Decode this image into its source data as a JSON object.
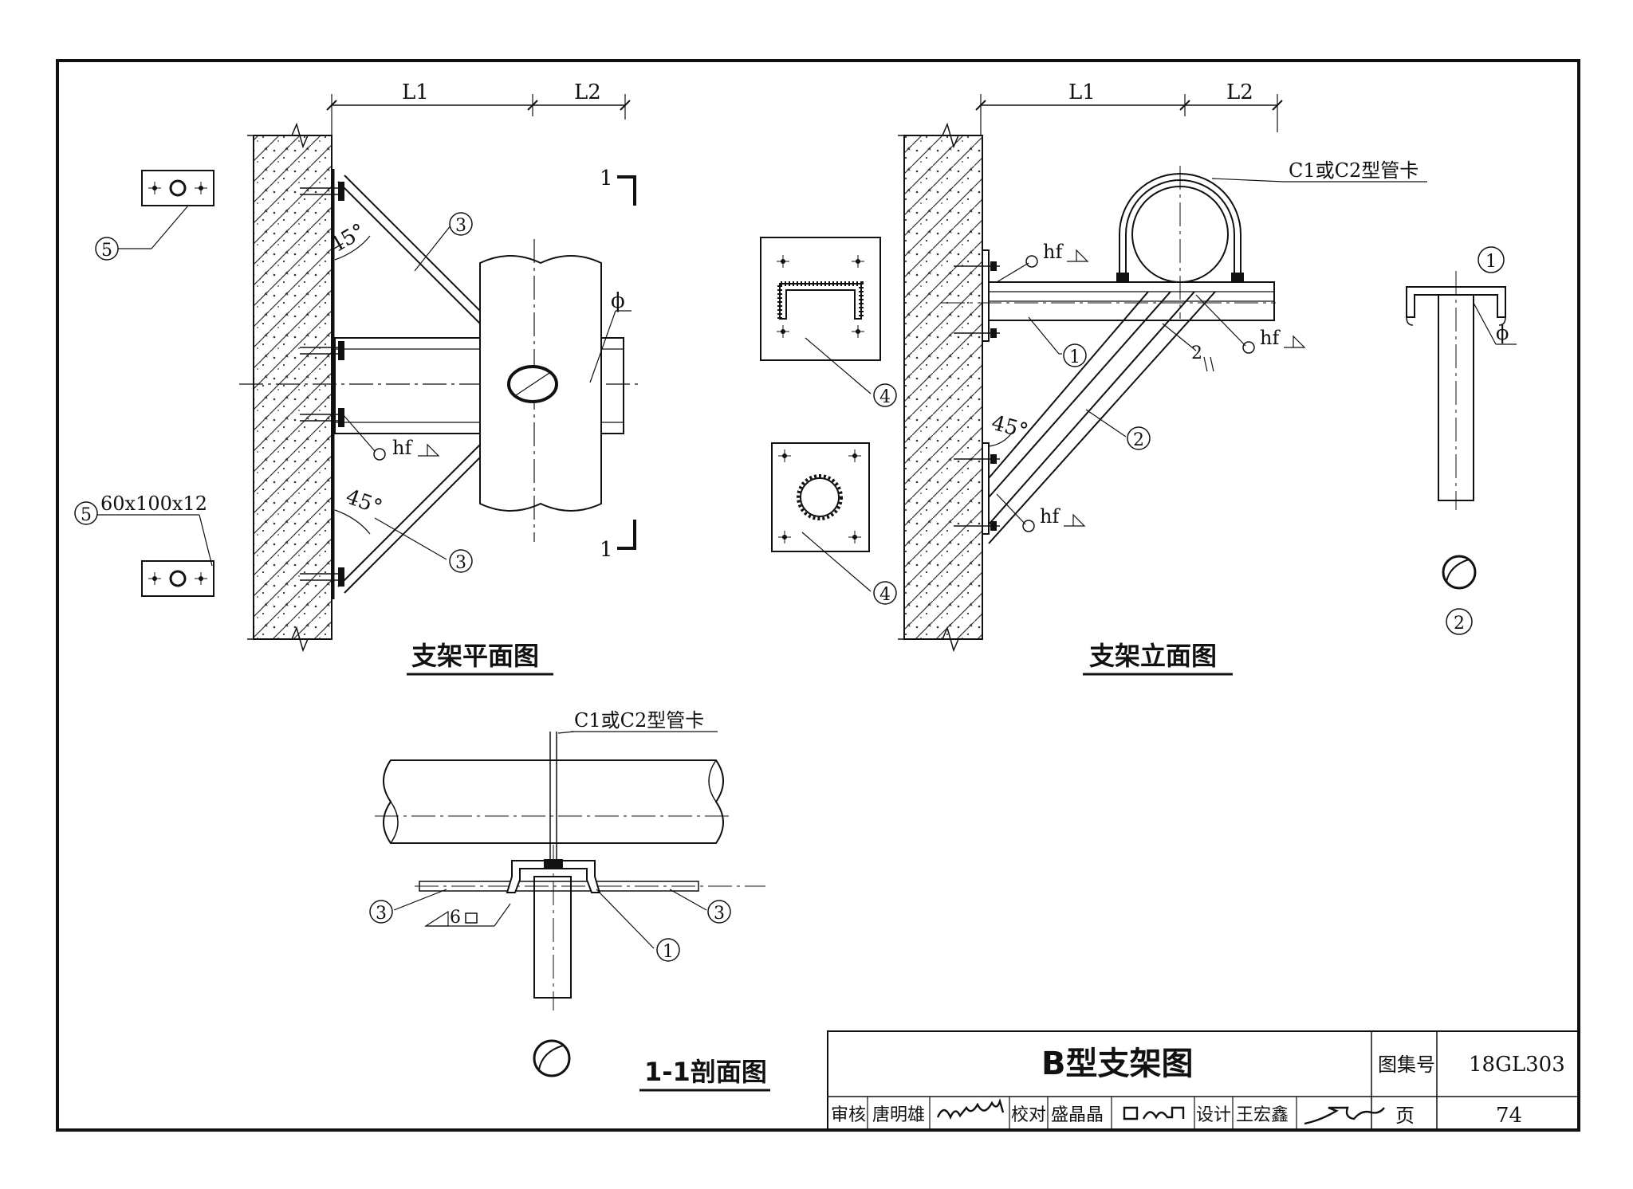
{
  "plan": {
    "title": "支架平面图",
    "dim_l1": "L1",
    "dim_l2": "L2",
    "section_mark": "1",
    "angle_top": "45°",
    "angle_bottom": "45°",
    "weld": "hf",
    "diameter": "ϕ",
    "callout_3": "3",
    "callout_5": "5",
    "plate_size": "60x100x12"
  },
  "elevation": {
    "title": "支架立面图",
    "dim_l1": "L1",
    "dim_l2": "L2",
    "pipe_clamp": "C1或C2型管卡",
    "weld": "hf",
    "angle": "45°",
    "callout_1": "1",
    "callout_2": "2",
    "callout_4": "4",
    "mark_2": "2"
  },
  "detail": {
    "diameter": "ϕ",
    "callout_1": "1",
    "callout_2": "2"
  },
  "section": {
    "title": "1-1剖面图",
    "pipe_clamp": "C1或C2型管卡",
    "weld_size": "6",
    "callout_1": "1",
    "callout_3": "3"
  },
  "title_block": {
    "drawing_title": "B型支架图",
    "atlas_label": "图集号",
    "atlas_no": "18GL303",
    "page_label": "页",
    "page_no": "74",
    "review_label": "审核",
    "reviewer": "唐明雄",
    "check_label": "校对",
    "checker": "盛晶晶",
    "design_label": "设计",
    "designer": "王宏鑫"
  }
}
